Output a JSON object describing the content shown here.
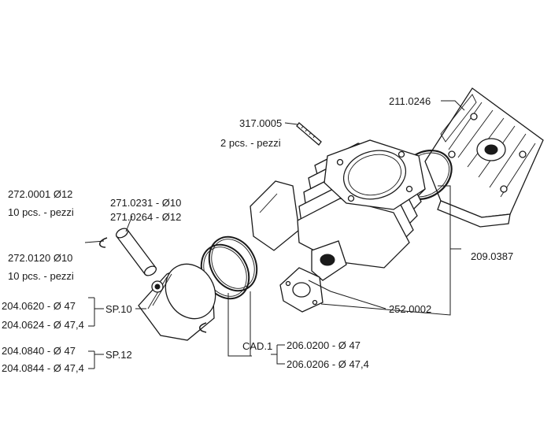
{
  "labels": {
    "head": "211.0246",
    "stud": "317.0005",
    "stud_qty": "2 pcs. - pezzi",
    "pin_a": "271.0231 - Ø10",
    "pin_b": "271.0264 - Ø12",
    "clip_a": "272.0001 Ø12",
    "clip_a_qty": "10 pcs. - pezzi",
    "clip_b": "272.0120 Ø10",
    "clip_b_qty": "10 pcs. - pezzi",
    "head_gasket": "209.0387",
    "base_gasket": "252.0002",
    "piston_1": "204.0620 - Ø 47",
    "piston_2": "204.0624 - Ø 47,4",
    "piston_3": "204.0840 - Ø 47",
    "piston_4": "204.0844 - Ø 47,4",
    "sp10": "SP.10",
    "sp12": "SP.12",
    "cad": "CAD.1",
    "ring_1": "206.0200 - Ø 47",
    "ring_2": "206.0206 - Ø 47,4"
  }
}
